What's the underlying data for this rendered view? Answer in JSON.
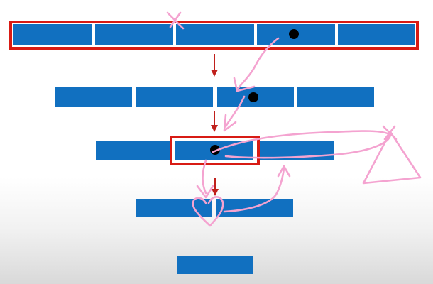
{
  "diagram": {
    "levels": [
      {
        "name": "level-1",
        "segments": 5,
        "framed": true,
        "pointer_segment": 4
      },
      {
        "name": "level-2",
        "segments": 4,
        "framed": false,
        "pointer_segment": 3
      },
      {
        "name": "level-3",
        "segments": 3,
        "framed": false,
        "pointer_segment": 2,
        "framed_segment": 2
      },
      {
        "name": "level-4",
        "segments": 2,
        "framed": false,
        "pointer_segment": null
      },
      {
        "name": "level-5",
        "segments": 1,
        "framed": false,
        "pointer_segment": null
      }
    ],
    "colors": {
      "segment": "#1170c0",
      "frame": "#d81b14",
      "arrow": "#c0201c",
      "annotation_ink": "#f4a3d0"
    }
  }
}
